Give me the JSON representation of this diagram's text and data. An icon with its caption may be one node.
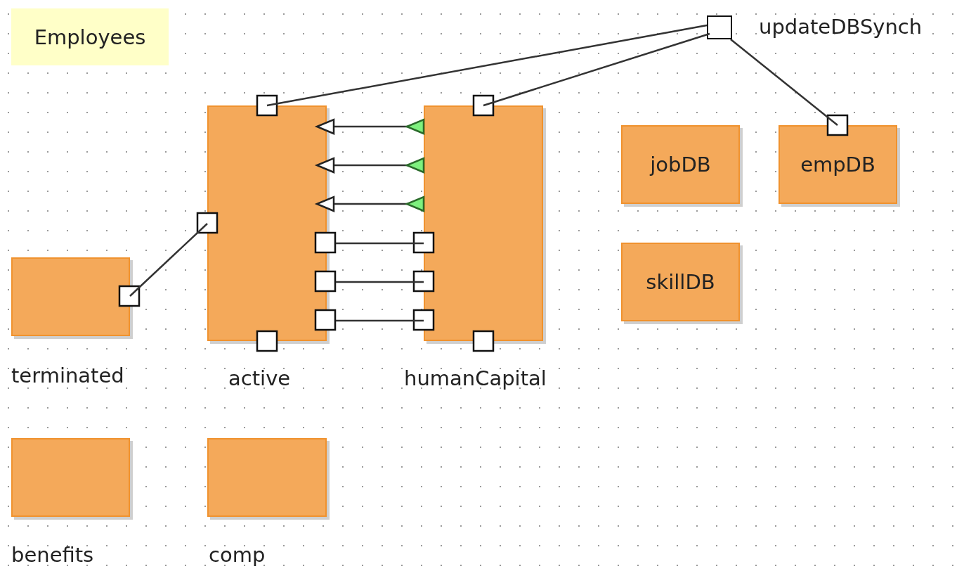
{
  "diagram": {
    "nodes": [
      {
        "text": [
          "Employees"
        ]
      },
      {
        "text": [],
        "shape": "box",
        "beside": [
          "updateDBSynch"
        ]
      },
      {
        "text": [
          "active"
        ]
      },
      {
        "text": [
          "humanCapital"
        ]
      },
      {
        "text": [
          "jobDB"
        ]
      },
      {
        "text": [
          "empDB"
        ]
      },
      {
        "text": [
          "skillDB"
        ]
      },
      {
        "text": [
          "terminated"
        ]
      },
      {
        "text": [
          "benefits"
        ]
      },
      {
        "text": [
          "comp"
        ]
      }
    ],
    "edges": [
      {
        "from": 2,
        "to": 1,
        "arrow": "none"
      },
      {
        "from": 3,
        "to": 1,
        "arrow": "none"
      },
      {
        "from": 1,
        "to": 5,
        "arrow": "none"
      },
      {
        "from": 7,
        "to": 2,
        "arrow": "none"
      },
      {
        "from": 3,
        "to": 2,
        "arrow": "to"
      },
      {
        "from": 3,
        "to": 2,
        "arrow": "to"
      },
      {
        "from": 3,
        "to": 2,
        "arrow": "to"
      },
      {
        "from": 2,
        "to": 3,
        "arrow": "none"
      },
      {
        "from": 2,
        "to": 3,
        "arrow": "none"
      },
      {
        "from": 2,
        "to": 3,
        "arrow": "none"
      }
    ]
  }
}
